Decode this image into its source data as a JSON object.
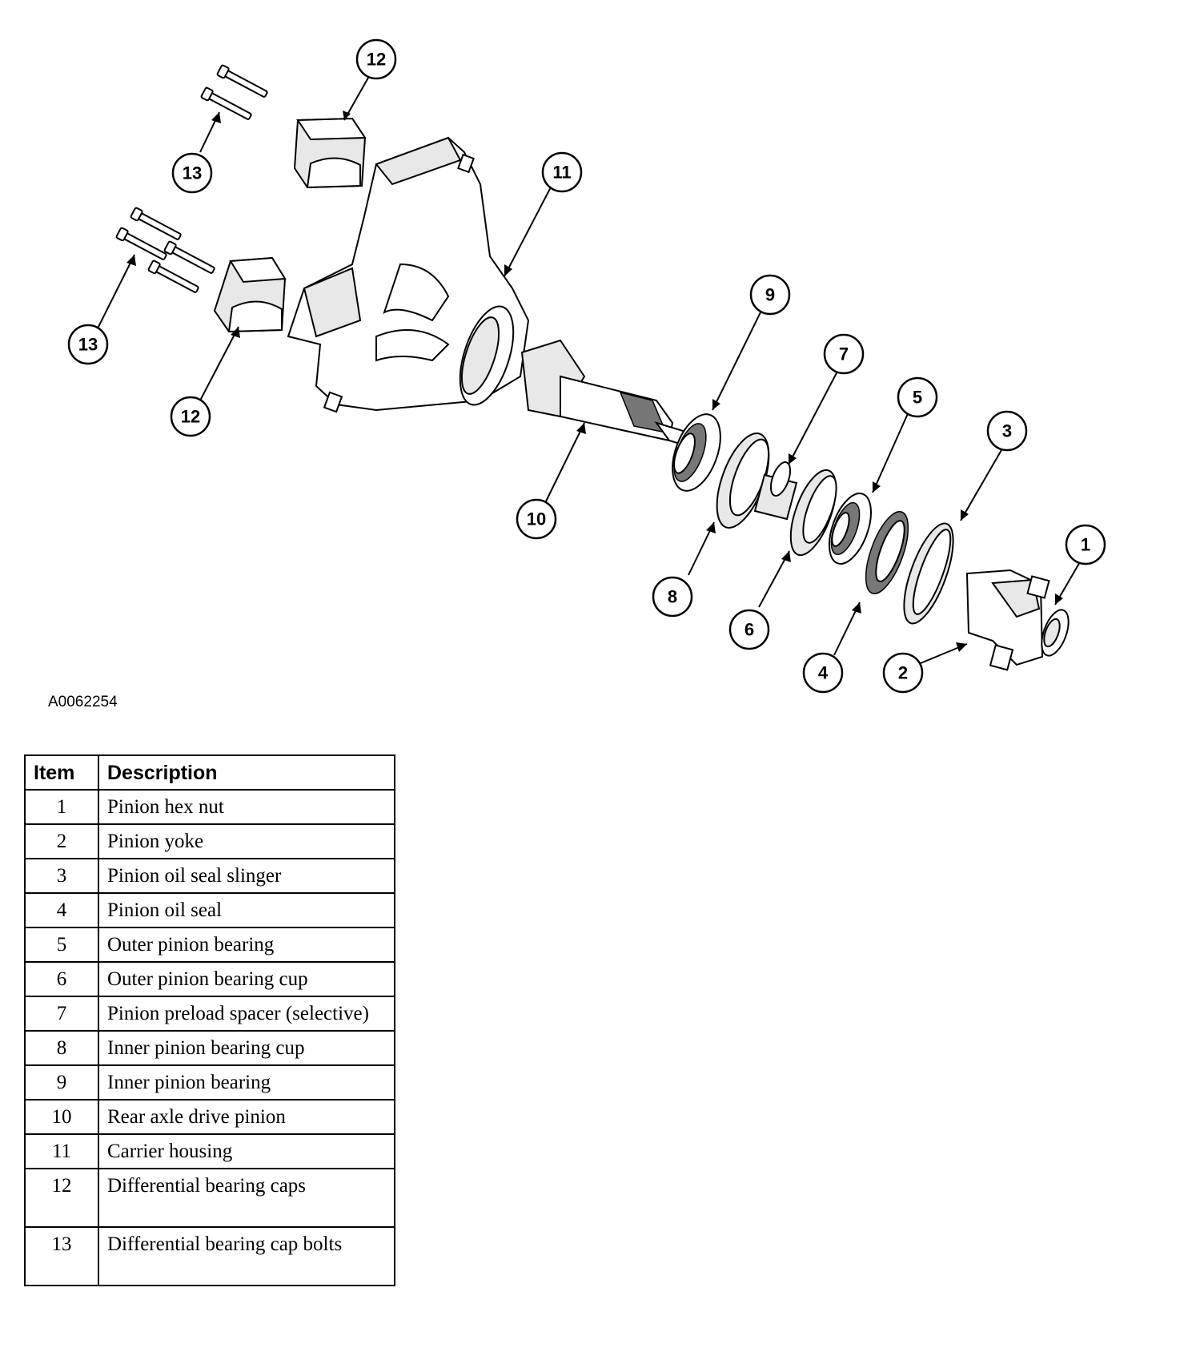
{
  "figure_id": "A0062254",
  "callouts": [
    "1",
    "2",
    "3",
    "4",
    "5",
    "6",
    "7",
    "8",
    "9",
    "10",
    "11",
    "12",
    "12",
    "13",
    "13"
  ],
  "table": {
    "headers": {
      "item": "Item",
      "description": "Description"
    },
    "rows": [
      {
        "item": "1",
        "description": "Pinion hex nut"
      },
      {
        "item": "2",
        "description": "Pinion yoke"
      },
      {
        "item": "3",
        "description": "Pinion oil seal slinger"
      },
      {
        "item": "4",
        "description": "Pinion oil seal"
      },
      {
        "item": "5",
        "description": "Outer pinion bearing"
      },
      {
        "item": "6",
        "description": "Outer pinion bearing cup"
      },
      {
        "item": "7",
        "description": "Pinion preload spacer (selective)"
      },
      {
        "item": "8",
        "description": "Inner pinion bearing cup"
      },
      {
        "item": "9",
        "description": "Inner pinion bearing"
      },
      {
        "item": "10",
        "description": "Rear axle drive pinion"
      },
      {
        "item": "11",
        "description": "Carrier housing"
      },
      {
        "item": "12",
        "description": "Differential bearing caps"
      },
      {
        "item": "13",
        "description": "Differential bearing cap bolts"
      }
    ]
  }
}
